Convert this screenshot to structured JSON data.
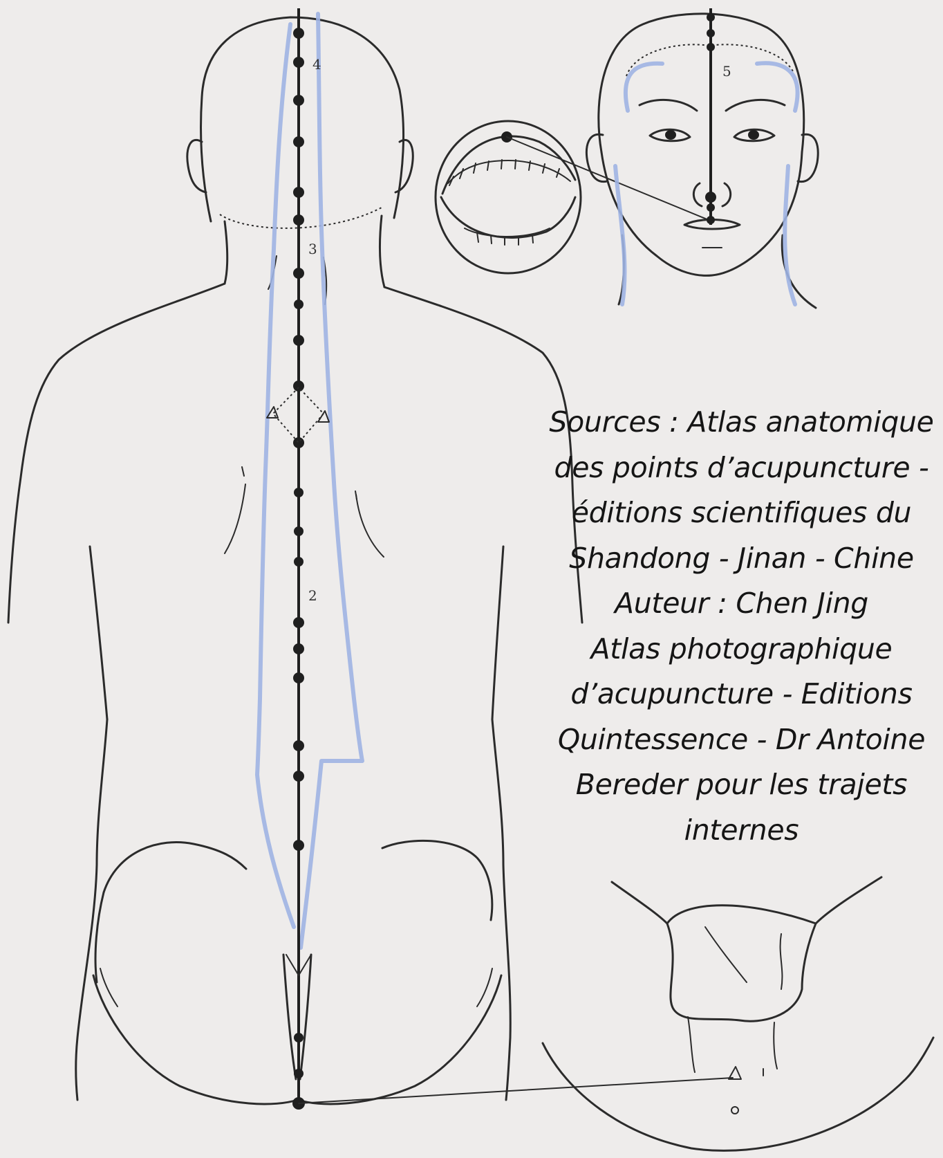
{
  "figure": {
    "labels": {
      "pt_label_4": "4",
      "pt_label_3": "3",
      "pt_label_2": "2",
      "pt_label_5": "5"
    },
    "colors": {
      "background": "#eeeceb",
      "ink": "#2b2b2b",
      "internal_pathway": "#9fb4e3"
    }
  },
  "source_note": {
    "lines": [
      "Sources : Atlas anatomique",
      "des points d’acupuncture -",
      "éditions scientifiques du",
      "Shandong - Jinan - Chine",
      "Auteur : Chen Jing",
      "Atlas photographique",
      "d’acupuncture - Editions",
      "Quintessence - Dr Antoine",
      "Bereder pour les trajets",
      "internes"
    ]
  }
}
